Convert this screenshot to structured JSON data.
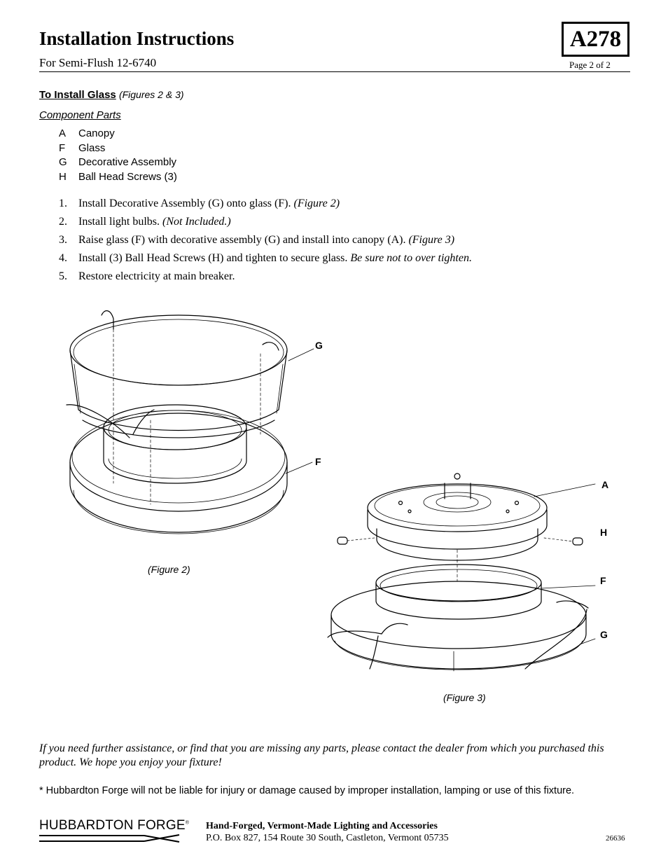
{
  "header": {
    "title": "Installation Instructions",
    "subtitle": "For Semi-Flush 12-6740",
    "code": "A278",
    "page_label": "Page 2 of 2"
  },
  "section": {
    "heading": "To Install Glass",
    "figure_ref": "(Figures 2 & 3)",
    "components_label": "Component Parts"
  },
  "parts": [
    {
      "letter": "A",
      "name": "Canopy"
    },
    {
      "letter": "F",
      "name": "Glass"
    },
    {
      "letter": "G",
      "name": "Decorative Assembly"
    },
    {
      "letter": "H",
      "name": "Ball Head Screws (3)"
    }
  ],
  "steps": [
    {
      "num": "1.",
      "text": "Install Decorative Assembly (G) onto glass (F). ",
      "note": "(Figure 2)"
    },
    {
      "num": "2.",
      "text": "Install light bulbs.  ",
      "note": "(Not Included.)"
    },
    {
      "num": "3.",
      "text": "Raise glass (F) with decorative assembly (G) and install into canopy (A).  ",
      "note": "(Figure 3)"
    },
    {
      "num": "4.",
      "text": "Install (3) Ball Head Screws (H) and tighten to secure glass.  ",
      "note": "Be sure not to over tighten."
    },
    {
      "num": "5.",
      "text": "Restore electricity at main breaker.",
      "note": ""
    }
  ],
  "figures": {
    "fig2_caption": "(Figure 2)",
    "fig3_caption": "(Figure 3)",
    "fig2_callouts": [
      "G",
      "F"
    ],
    "fig3_callouts": [
      "A",
      "H",
      "F",
      "G"
    ]
  },
  "footer": {
    "assistance": "If you need further assistance, or find that you are missing any parts, please contact the dealer from which you purchased this product. We hope you enjoy your fixture!",
    "liability": "* Hubbardton Forge will not be liable for injury or damage caused by improper installation, lamping or use of this fixture.",
    "brand": "HUBBARDTON FORGE",
    "brand_mark": "®",
    "tagline": "Hand-Forged, Vermont-Made Lighting and Accessories",
    "address": "P.O. Box 827, 154 Route 30 South, Castleton, Vermont 05735",
    "doc_number": "26636"
  }
}
